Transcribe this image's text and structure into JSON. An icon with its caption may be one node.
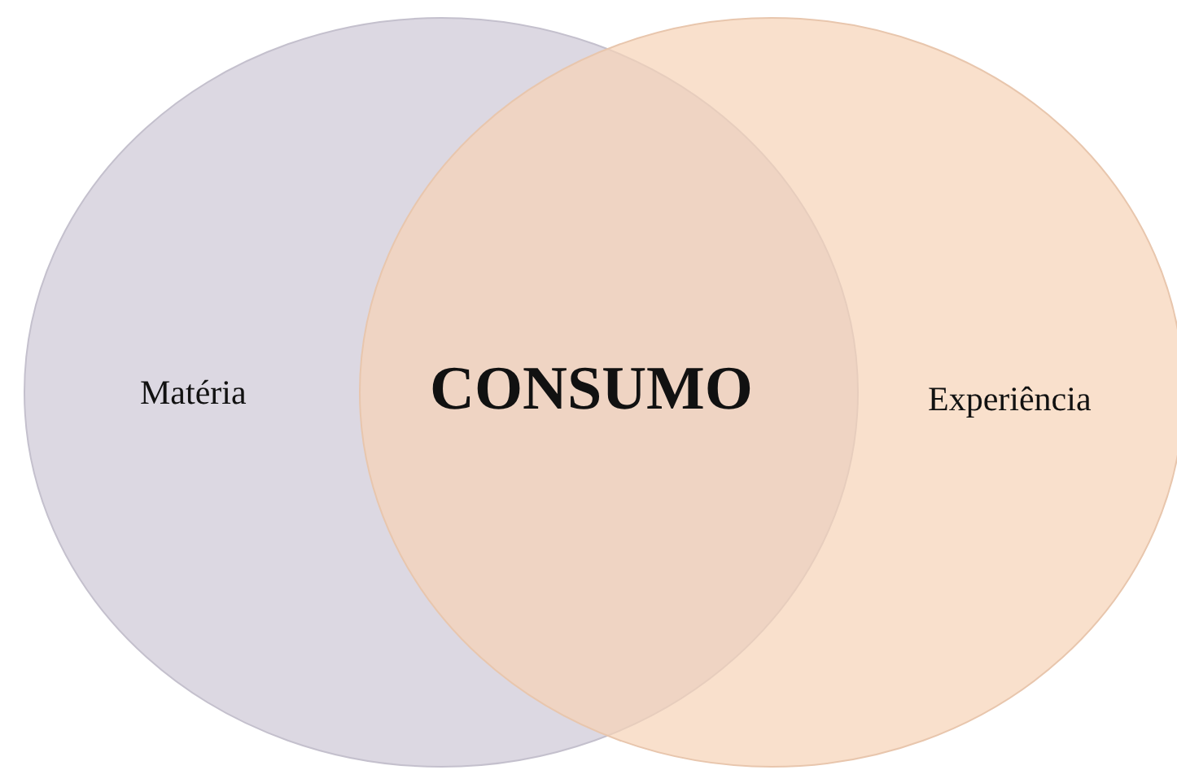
{
  "diagram": {
    "nodes": [
      {
        "text": [
          "Matéria"
        ]
      },
      {
        "text": [
          "Experiência"
        ]
      }
    ],
    "labels": [
      "CONSUMO"
    ]
  }
}
